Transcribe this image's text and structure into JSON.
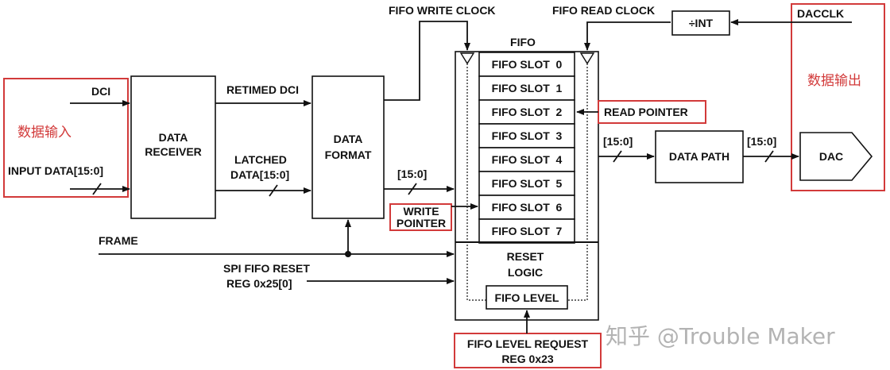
{
  "inputs": {
    "dci": "DCI",
    "input_data": "INPUT DATA[15:0]",
    "frame": "FRAME",
    "spi_reset_line1": "SPI FIFO RESET",
    "spi_reset_line2": "REG 0x25[0]",
    "dacclk": "DACCLK"
  },
  "blocks": {
    "data_receiver_line1": "DATA",
    "data_receiver_line2": "RECEIVER",
    "data_format_line1": "DATA",
    "data_format_line2": "FORMAT",
    "fifo": "FIFO",
    "reset_logic_line1": "RESET",
    "reset_logic_line2": "LOGIC",
    "fifo_level": "FIFO LEVEL",
    "data_path": "DATA PATH",
    "dac": "DAC",
    "int_divider": "÷INT"
  },
  "signals": {
    "retimed_dci": "RETIMED DCI",
    "latched_line1": "LATCHED",
    "latched_line2": "DATA[15:0]",
    "bus_width": "[15:0]",
    "fifo_write_clock": "FIFO WRITE CLOCK",
    "fifo_read_clock": "FIFO READ CLOCK",
    "write_pointer_line1": "WRITE",
    "write_pointer_line2": "POINTER",
    "read_pointer": "READ POINTER",
    "level_request_line1": "FIFO LEVEL REQUEST",
    "level_request_line2": "REG 0x23"
  },
  "fifo_slots": [
    "FIFO SLOT  0",
    "FIFO SLOT  1",
    "FIFO SLOT  2",
    "FIFO SLOT  3",
    "FIFO SLOT  4",
    "FIFO SLOT  5",
    "FIFO SLOT  6",
    "FIFO SLOT  7"
  ],
  "annotations": {
    "data_input": "数据输入",
    "data_output": "数据输出"
  },
  "watermark": "知乎 @Trouble Maker",
  "colors": {
    "highlight": "#d23a3a",
    "line": "#111111"
  }
}
